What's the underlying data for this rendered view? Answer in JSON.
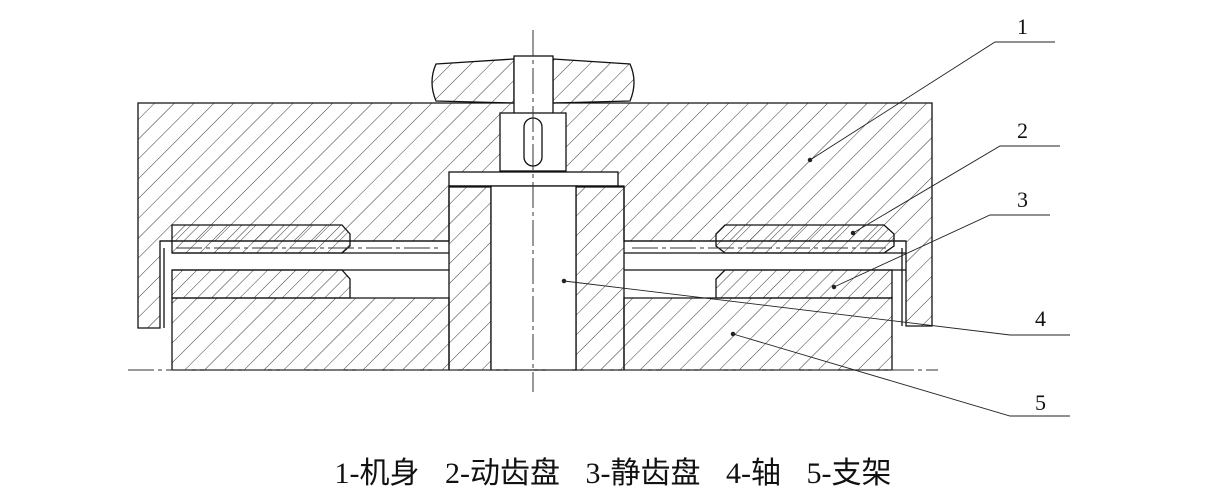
{
  "callouts": [
    {
      "id": "1",
      "part": "机身"
    },
    {
      "id": "2",
      "part": "动齿盘"
    },
    {
      "id": "3",
      "part": "静齿盘"
    },
    {
      "id": "4",
      "part": "轴"
    },
    {
      "id": "5",
      "part": "支架"
    }
  ],
  "caption": {
    "items": [
      "1-机身",
      "2-动齿盘",
      "3-静齿盘",
      "4-轴",
      "5-支架"
    ]
  }
}
